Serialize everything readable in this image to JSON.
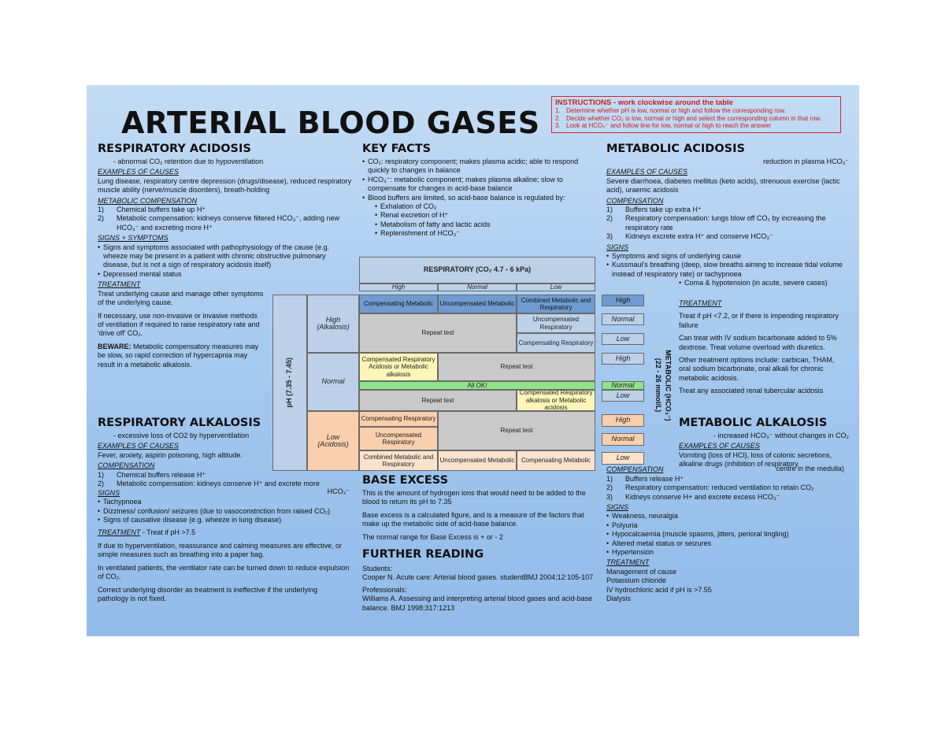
{
  "title": "ARTERIAL BLOOD GASES",
  "instructions": {
    "heading": "INSTRUCTIONS - work clockwise around the table",
    "steps": [
      {
        "n": "1.",
        "text": "Determine whether pH is low, normal or high and follow the corresponding row."
      },
      {
        "n": "2.",
        "text": "Decide whether CO₂ is low, normal or high and select the corresponding column in that row."
      },
      {
        "n": "3.",
        "text": "Look at HCO₃⁻ and follow line for low, normal or high to reach the answer"
      }
    ]
  },
  "resp_acidosis": {
    "heading": "RESPIRATORY ACIDOSIS",
    "summary": "- abnormal CO₂ retention due to hypoventilation",
    "causes_heading": "EXAMPLES OF CAUSES",
    "causes": "Lung disease, respiratory centre depression (drugs/disease), reduced respiratory muscle ability (nerve/muscle disorders), breath-holding",
    "comp_heading": "METABOLIC COMPENSATION",
    "comp": [
      {
        "n": "1)",
        "text": "Chemical buffers take up H⁺"
      },
      {
        "n": "2)",
        "text": "Metabolic compensation: kidneys conserve filtered HCO₃⁻, adding new HCO₃⁻ and excreting more H⁺"
      }
    ],
    "signs_heading": "SIGNS + SYMPTOMS",
    "signs": [
      "Signs and symptoms associated with pathophysiology of the cause (e.g. wheeze may be present in a patient with chronic obstructive pulmonary disease, but is not a sign of respiratory acidosis itself)",
      "Depressed mental status"
    ],
    "treat_heading": "TREATMENT",
    "treat_1": "Treat underlying cause and manage other symptoms of the underlying cause.",
    "treat_2": "If necessary, use non-invasive or invasive methods of ventilation if required to raise respiratory rate and 'drive off' CO₂.",
    "beware_label": "BEWARE:",
    "beware_text": " Metabolic compensatory measures may be slow, so rapid correction of hypercapnia may result in a metabolic alkalosis."
  },
  "key_facts": {
    "heading": "KEY FACTS",
    "items": [
      "CO₂: respiratory component; makes plasma acidic; able to respond quickly to changes in balance",
      "HCO₃⁻: metabolic component; makes plasma alkaline; slow to compensate for changes in acid-base balance",
      "Blood buffers are limited, so acid-base balance is regulated by:"
    ],
    "sub_items": [
      "Exhalation of CO₂",
      "Renal excretion of H⁺",
      "Metabolism of fatty and lactic acids",
      "Replenishment of HCO₃⁻"
    ]
  },
  "met_acidosis": {
    "heading": "METABOLIC ACIDOSIS",
    "summary": "reduction in plasma HCO₃⁻",
    "causes_heading": "EXAMPLES OF CAUSES",
    "causes": "Severe diarrhoea, diabetes mellitus (keto acids), strenuous exercise (lactic acid), uraemic acidosis",
    "comp_heading": "COMPENSATION",
    "comp": [
      {
        "n": "1)",
        "text": "Buffers take up extra H⁺"
      },
      {
        "n": "2)",
        "text": "Respiratory compensation: lungs blow off CO₂ by increasing the respiratory rate"
      },
      {
        "n": "3)",
        "text": "Kidneys excrete extra H⁺ and conserve HCO₃⁻"
      }
    ],
    "signs_heading": "SIGNS",
    "signs": [
      "Symptoms and signs of underlying cause",
      "Kussmaul's breathing (deep, slow breaths aiming to increase tidal volume instead of respiratory rate) or tachypnoea"
    ],
    "signs_sub": "Coma & hypotension (in acute, severe cases)",
    "treat_heading": "TREATMENT",
    "treat_1": "Treat if pH <7.2, or if there is impending respiratory failure",
    "treat_2": "Can treat with IV sodium bicarbonate added to 5% dextrose. Treat volume overload with diuretics.",
    "treat_3": "Other treatment options include: carbican, THAM, oral sodium bicarbonate, oral alkali for chronic metabolic acidosis.",
    "treat_4": "Treat any associated renal tubercular acidosis"
  },
  "resp_alkalosis": {
    "heading": "RESPIRATORY ALKALOSIS",
    "summary": "- excessive loss of CO2 by hyperventilation",
    "causes_heading": "EXAMPLES OF CAUSES",
    "causes": "Fever, anxiety, aspirin poisoning, high altitude.",
    "comp_heading": "COMPENSATION",
    "comp": [
      {
        "n": "1)",
        "text": "Chemical buffers release H⁺"
      },
      {
        "n": "2)",
        "text": "Metabolic compensation: kidneys conserve H⁺ and excrete more"
      }
    ],
    "comp_tail": "HCO₃⁻",
    "signs_heading": "SIGNS",
    "signs": [
      "Tachypnoea",
      "Dizziness/ confusion/ seizures (due to vasoconstriction from raised CO₂)",
      "Signs of causative disease (e.g. wheeze in lung disease)"
    ],
    "treat_heading": "TREATMENT",
    "treat_inline": " - Treat if pH >7.5",
    "treat_1": "If due to hyperventilation, reassurance and calming measures are effective, or simple measures such as breathing into a paper bag.",
    "treat_2": "In ventilated patients, the ventilator rate can be turned down to reduce expulsion of CO₂.",
    "treat_3": "Correct underlying disorder as treatment is ineffective if the underlying pathology is not fixed."
  },
  "base_excess": {
    "heading": "BASE EXCESS",
    "p1": "This is the amount of hydrogen ions that would need to be added to the blood to return its pH to 7.35",
    "p2": "Base excess is a calculated figure, and is a measure of the factors that make up the metabolic side of acid-base balance.",
    "p3": "The normal range for Base Excess is + or - 2"
  },
  "further_reading": {
    "heading": "FURTHER READING",
    "students_label": "Students:",
    "students_ref": "Cooper N. Acute care: Arterial blood gases. studentBMJ 2004;12:105-107",
    "prof_label": "Professionals:",
    "prof_ref": "Williams A. Assessing and interpreting arterial blood gases and acid-base balance. BMJ 1998;317:1213"
  },
  "met_alkalosis": {
    "heading": "METABOLIC ALKALOSIS",
    "summary": "- increased HCO₃⁻ without changes in CO₂",
    "causes_heading": "EXAMPLES OF CAUSES",
    "causes": "Vomiting (loss of HCl), loss of colonic secretions, alkaline drugs (inhibition of respiratory",
    "causes_tail": "centre in the medulla)",
    "comp_heading": "COMPENSATION",
    "comp": [
      {
        "n": "1)",
        "text": "Buffers release H⁺"
      },
      {
        "n": "2)",
        "text": "Respiratory compensation: reduced ventilation to retain CO₂"
      },
      {
        "n": "3)",
        "text": "Kidneys conserve H+ and excrete excess HCO₃⁻"
      }
    ],
    "signs_heading": "SIGNS",
    "signs": [
      "Weakness, neuralgia",
      "Polyuria",
      "Hypocalcaemia (muscle spasms, jitters, perioral tingling)",
      "Altered metal status or seizures",
      "Hypertension"
    ],
    "treat_heading": "TREATMENT",
    "treat_lines": [
      "Management of cause",
      "Potassium chloride",
      "IV hydrochloric acid if pH is >7.55",
      "Dialysis"
    ]
  },
  "table": {
    "respiratory_header": "RESPIRATORY    (CO₂ 4.7 - 6 kPa)",
    "col_high": "High",
    "col_normal": "Normal",
    "col_low": "Low",
    "ph_axis": "pH    (7.35 - 7.45)",
    "metabolic_axis": "METABOLIC  (HCO₃⁻)",
    "metabolic_range": "(22 - 26 mmol/L)",
    "row_high": "High",
    "row_high_sub": "(Alkalosis)",
    "row_normal": "Normal",
    "row_low": "Low",
    "row_low_sub": "(Acidosis)",
    "hco3_labels": [
      "High",
      "Normal",
      "Low",
      "High",
      "Normal",
      "Low",
      "High",
      "Normal",
      "Low"
    ],
    "cells": {
      "compensating_metabolic": "Compensating Metabolic",
      "uncompensated_metabolic": "Uncompensated Metabolic",
      "combined_met_resp_1": "Combined Metabolic and Respiratory",
      "repeat_test_1": "Repeat test",
      "uncompensated_respiratory_1": "Uncompensated Respiratory",
      "compensating_respiratory_1": "Compensating Respiratory",
      "compensated_resp_acidosis": "Compensated Respiratory Acidosis or Metabolic alkalosis",
      "repeat_test_2": "Repeat test",
      "all_ok": "All OK!",
      "repeat_test_3": "Repeat test",
      "compensated_resp_alkalosis": "Compensated Respiratory alkalosis or Metabolic acidosis",
      "compensating_respiratory_2": "Compensating Respiratory",
      "repeat_test_4": "Repeat test",
      "uncompensated_respiratory_2": "Uncompensated Respiratory",
      "combined_met_resp_2": "Combined Metabolic and Respiratory",
      "uncompensated_metabolic_2": "Uncompensated Metabolic",
      "compensating_metabolic_2": "Compensating Metabolic"
    }
  }
}
